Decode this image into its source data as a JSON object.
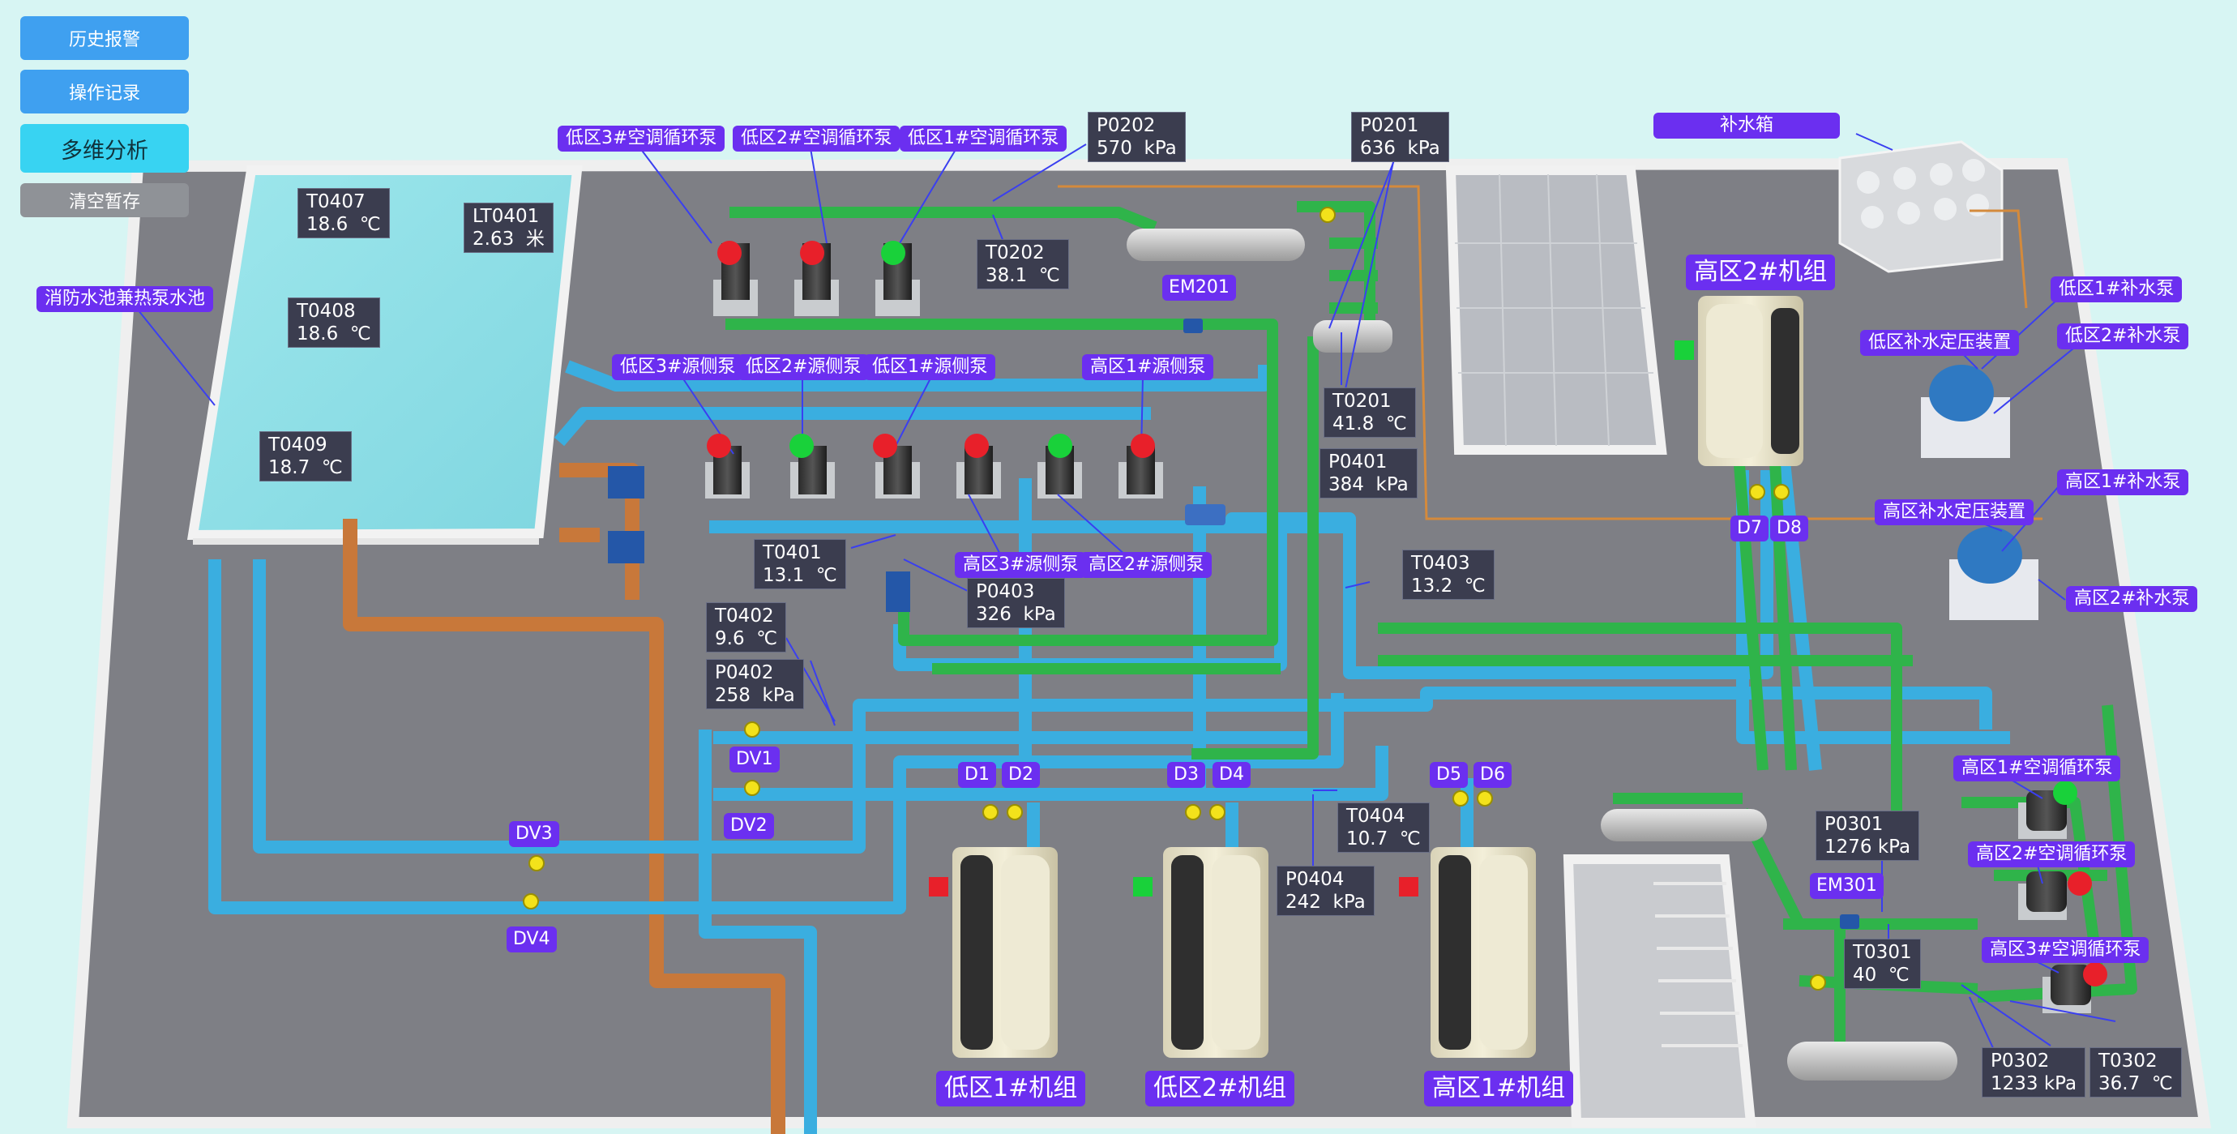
{
  "menu": {
    "history_alarm": "历史报警",
    "operation_log": "操作记录",
    "multi_analysis": "多维分析",
    "clear_cache": "清空暂存"
  },
  "colors": {
    "background": "#d7f5f3",
    "floor": "#7e7f85",
    "pipe_green": "#2fb44a",
    "pipe_blue": "#3aaee0",
    "pipe_orange": "#c8783a",
    "label_purple": "#6b2ff0",
    "sensor_bg": "#3b3d4f",
    "status_red": "#e8202a",
    "status_green": "#19d13a"
  },
  "pool": {
    "label": "消防水池兼热泵水池",
    "sensors": [
      {
        "id": "T0407",
        "value": "18.6  ℃"
      },
      {
        "id": "T0408",
        "value": "18.6  ℃"
      },
      {
        "id": "T0409",
        "value": "18.7  ℃"
      },
      {
        "id": "LT0401",
        "value": "2.63  米"
      }
    ]
  },
  "pump_labels": {
    "low3_ac": "低区3#空调循环泵",
    "low2_ac": "低区2#空调循环泵",
    "low1_ac": "低区1#空调循环泵",
    "low3_src": "低区3#源侧泵",
    "low2_src": "低区2#源侧泵",
    "low1_src": "低区1#源侧泵",
    "high1_src": "高区1#源侧泵",
    "high3_src": "高区3#源侧泵",
    "high2_src": "高区2#源侧泵",
    "high1_ac": "高区1#空调循环泵",
    "high2_ac": "高区2#空调循环泵",
    "high3_ac": "高区3#空调循环泵",
    "low1_makeup": "低区1#补水泵",
    "low2_makeup": "低区2#补水泵",
    "high1_makeup": "高区1#补水泵",
    "high2_makeup": "高区2#补水泵",
    "low_pressure_device": "低区补水定压装置",
    "high_pressure_device": "高区补水定压装置",
    "makeup_tank": "补水箱"
  },
  "sensors": {
    "P0202": {
      "id": "P0202",
      "value": "570  kPa"
    },
    "T0202": {
      "id": "T0202",
      "value": "38.1  ℃"
    },
    "P0201": {
      "id": "P0201",
      "value": "636  kPa"
    },
    "T0201": {
      "id": "T0201",
      "value": "41.8  ℃"
    },
    "P0401": {
      "id": "P0401",
      "value": "384  kPa"
    },
    "T0401": {
      "id": "T0401",
      "value": "13.1  ℃"
    },
    "P0403": {
      "id": "P0403",
      "value": "326  kPa"
    },
    "T0402": {
      "id": "T0402",
      "value": "9.6  ℃"
    },
    "P0402": {
      "id": "P0402",
      "value": "258  kPa"
    },
    "T0403": {
      "id": "T0403",
      "value": "13.2  ℃"
    },
    "T0404": {
      "id": "T0404",
      "value": "10.7  ℃"
    },
    "P0404": {
      "id": "P0404",
      "value": "242  kPa"
    },
    "P0301": {
      "id": "P0301",
      "value": "1276 kPa"
    },
    "T0301": {
      "id": "T0301",
      "value": "40  ℃"
    },
    "P0302": {
      "id": "P0302",
      "value": "1233 kPa"
    },
    "T0302": {
      "id": "T0302",
      "value": "36.7  ℃"
    }
  },
  "meters": {
    "em201": "EM201",
    "em301": "EM301"
  },
  "valves": {
    "dv1": "DV1",
    "dv2": "DV2",
    "dv3": "DV3",
    "dv4": "DV4"
  },
  "chiller_outlets": {
    "d1": "D1",
    "d2": "D2",
    "d3": "D3",
    "d4": "D4",
    "d5": "D5",
    "d6": "D6",
    "d7": "D7",
    "d8": "D8"
  },
  "units": {
    "low1": "低区1#机组",
    "low2": "低区2#机组",
    "high1": "高区1#机组",
    "high2": "高区2#机组"
  },
  "pump_status": {
    "low3_ac": "red",
    "low2_ac": "red",
    "low1_ac": "green",
    "low3_src": "red",
    "low2_src": "green",
    "low1_src": "red",
    "high3_src": "red",
    "high2_src": "green",
    "high1_src": "red",
    "high1_ac": "green",
    "high2_ac": "red",
    "high3_ac": "red"
  },
  "unit_status": {
    "low1": "red",
    "low2": "green",
    "high1": "red",
    "high2": "green"
  }
}
